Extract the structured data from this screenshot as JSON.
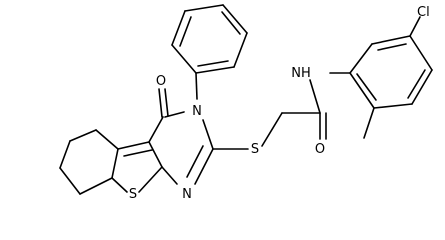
{
  "atoms": {
    "cl": "Cl",
    "nh": "NH",
    "o_amide": "O",
    "o_ring": "O",
    "n_pyrimidine_3": "N",
    "n_pyrimidine_1": "N",
    "s_thioether": "S",
    "s_thiophene": "S"
  },
  "colors": {
    "bond": "#000000",
    "label": "#000000",
    "background": "#ffffff"
  }
}
